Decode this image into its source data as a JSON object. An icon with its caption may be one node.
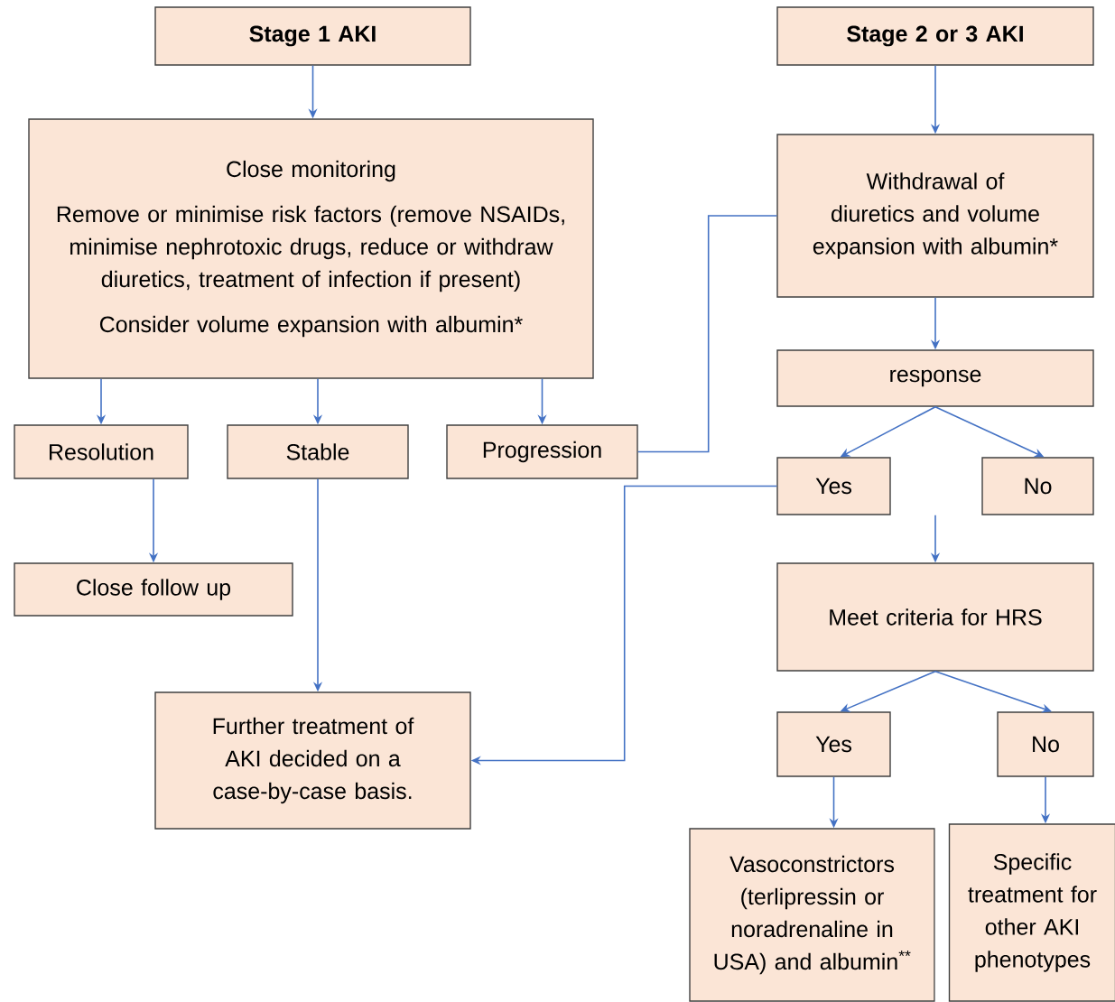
{
  "diagram": {
    "nodes": [
      {
        "text": [
          "Stage 1 AKI"
        ]
      },
      {
        "text": [
          "Close monitoring",
          "Remove or minimise risk factors (remove NSAIDs, minimise nephrotoxic drugs, reduce or withdraw diuretics, treatment of infection if present)",
          "Consider volume expansion with albumin*"
        ]
      },
      {
        "text": [
          "Resolution"
        ]
      },
      {
        "text": [
          "Stable"
        ]
      },
      {
        "text": [
          "Progression"
        ]
      },
      {
        "text": [
          "Close follow up"
        ]
      },
      {
        "text": [
          "Further treatment of AKI decided on a case-by-case basis."
        ]
      },
      {
        "text": [
          "Stage 2 or 3 AKI"
        ]
      },
      {
        "text": [
          "Withdrawal of diuretics and volume expansion with albumin*"
        ]
      },
      {
        "text": [
          "response"
        ]
      },
      {
        "text": [
          "Yes"
        ]
      },
      {
        "text": [
          "No"
        ]
      },
      {
        "text": [
          "Meet criteria for HRS"
        ]
      },
      {
        "text": [
          "Yes"
        ]
      },
      {
        "text": [
          "No"
        ]
      },
      {
        "text": [
          "Vasoconstrictors (terlipressin or noradrenaline in USA) and albumin$^{**}$"
        ]
      },
      {
        "text": [
          "Specific treatment for other AKI phenotypes"
        ]
      }
    ],
    "edges": [
      {
        "from": 0,
        "to": 1,
        "arrow": "to"
      },
      {
        "from": 1,
        "to": 2,
        "arrow": "to"
      },
      {
        "from": 1,
        "to": 3,
        "arrow": "to"
      },
      {
        "from": 1,
        "to": 4,
        "arrow": "to"
      },
      {
        "from": 2,
        "to": 5,
        "arrow": "to"
      },
      {
        "from": 3,
        "to": 6,
        "arrow": "to"
      },
      {
        "from": 4,
        "to": 8,
        "arrow": "none"
      },
      {
        "from": 7,
        "to": 8,
        "arrow": "to"
      },
      {
        "from": 8,
        "to": 9,
        "arrow": "to"
      },
      {
        "from": 9,
        "to": 10,
        "arrow": "to"
      },
      {
        "from": 9,
        "to": 11,
        "arrow": "to"
      },
      {
        "from": 10,
        "to": 6,
        "arrow": "to"
      },
      {
        "from": 11,
        "to": 12,
        "arrow": "to"
      },
      {
        "from": 12,
        "to": 13,
        "arrow": "to"
      },
      {
        "from": 12,
        "to": 14,
        "arrow": "to"
      },
      {
        "from": 13,
        "to": 15,
        "arrow": "to"
      },
      {
        "from": 14,
        "to": 16,
        "arrow": "to"
      }
    ]
  }
}
